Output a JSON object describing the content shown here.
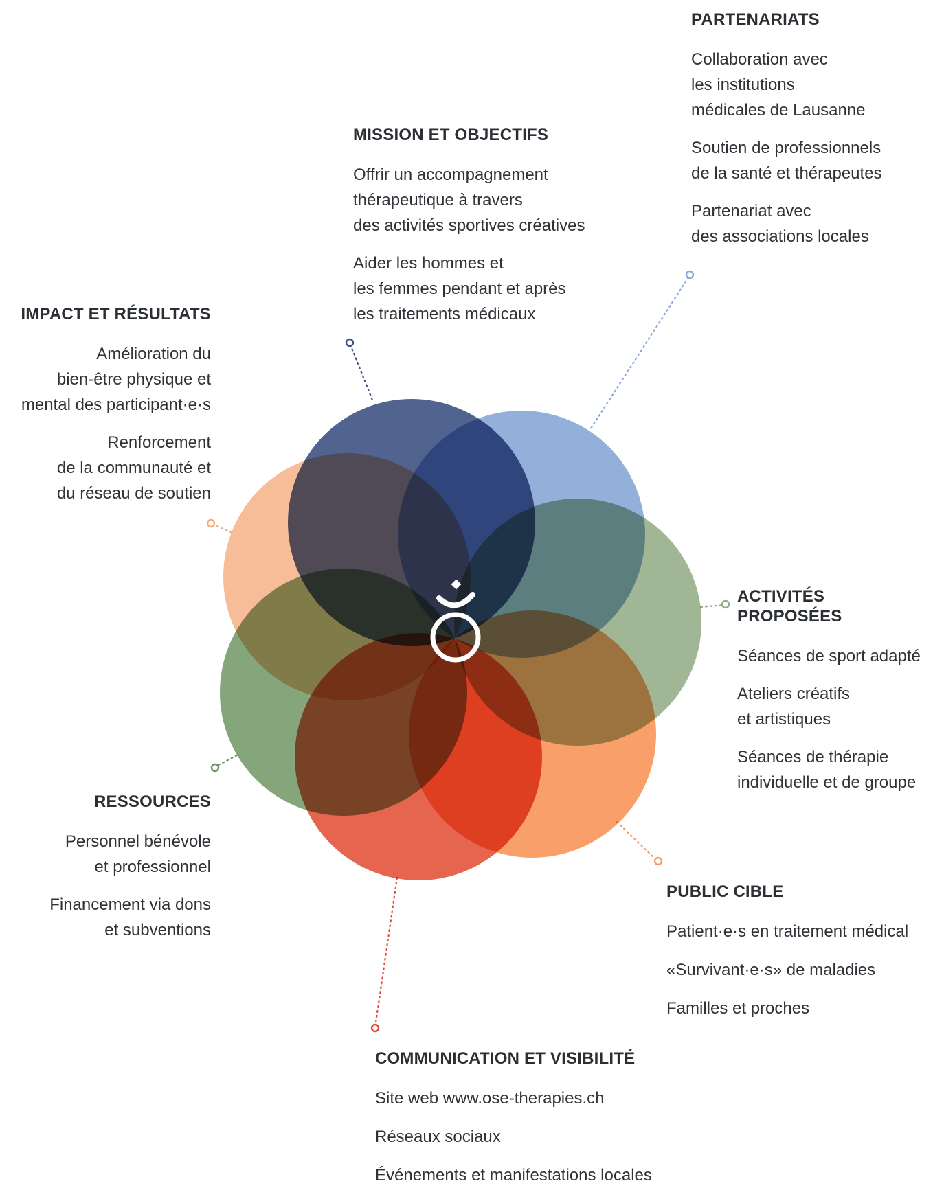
{
  "colors": {
    "navy": "#3e5384",
    "light_blue": "#8aa9d8",
    "sage": "#93ac85",
    "orange": "#f99a62",
    "red": "#e14a2f",
    "green": "#6e9663",
    "peach": "#f5ab7b"
  },
  "center_logo_icon": "ose-logo-icon",
  "sections": {
    "partenariats": {
      "title": "PARTENARIATS",
      "items": [
        "Collaboration avec\nles institutions\nmédicales de Lausanne",
        "Soutien de professionnels\nde la santé et thérapeutes",
        "Partenariat avec\ndes associations locales"
      ]
    },
    "mission": {
      "title": "MISSION ET OBJECTIFS",
      "items": [
        "Offrir un accompagnement\nthérapeutique à travers\ndes activités sportives créatives",
        "Aider les hommes et\nles femmes pendant et après\nles traitements médicaux"
      ]
    },
    "impact": {
      "title": "IMPACT ET RÉSULTATS",
      "items": [
        "Amélioration du\nbien-être physique et\nmental des participant·e·s",
        "Renforcement\nde la communauté et\ndu réseau de soutien"
      ]
    },
    "activites": {
      "title": "ACTIVITÉS PROPOSÉES",
      "items": [
        "Séances de sport adapté",
        "Ateliers créatifs\net artistiques",
        "Séances de thérapie\nindividuelle et de groupe"
      ]
    },
    "ressources": {
      "title": "RESSOURCES",
      "items": [
        "Personnel bénévole\net professionnel",
        "Financement via dons\net subventions"
      ]
    },
    "public": {
      "title": "PUBLIC CIBLE",
      "items": [
        "Patient·e·s en traitement médical",
        "«Survivant·e·s» de maladies",
        "Familles et proches"
      ]
    },
    "communication": {
      "title": "COMMUNICATION ET VISIBILITÉ",
      "items": [
        "Site web www.ose-therapies.ch",
        "Réseaux sociaux",
        "Événements et manifestations locales"
      ]
    }
  }
}
